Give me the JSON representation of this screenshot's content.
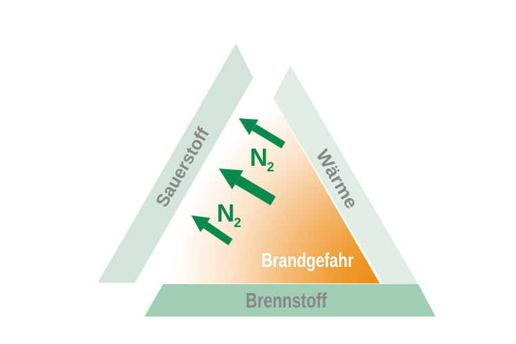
{
  "diagram": {
    "labels": {
      "oxygen": "Sauerstoff",
      "heat": "Wärme",
      "fuel": "Brennstoff",
      "fire_danger": "Brandgefahr",
      "nitrogen_base": "N",
      "nitrogen_sub": "2"
    },
    "colors": {
      "background": "#FFFFFF",
      "oxygen_band": "#D3E4D9",
      "heat_band": "#E0EDE5",
      "fuel_band": "#A0CDB4",
      "label_gray": "#85878A",
      "nitrogen_green": "#0B8A4E",
      "danger_orange": "#EC8C12",
      "danger_text": "#FFFFFF"
    }
  }
}
